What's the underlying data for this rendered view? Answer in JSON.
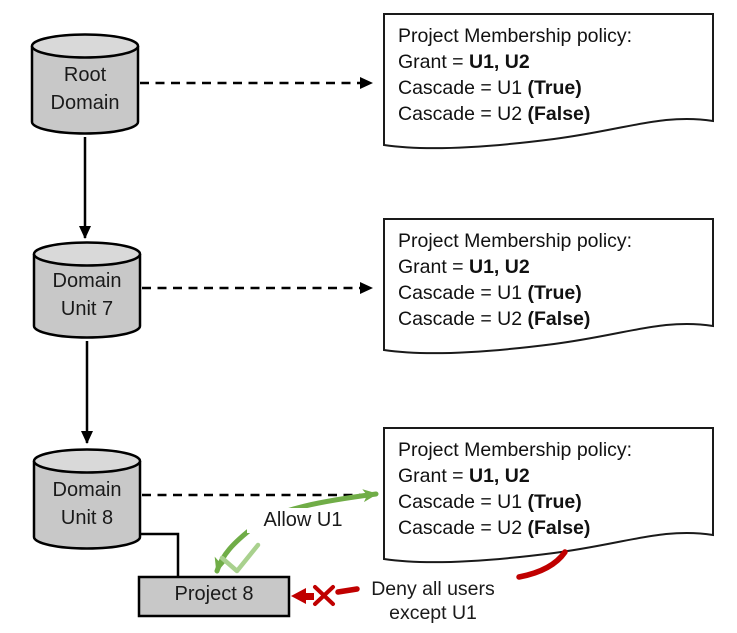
{
  "diagram": {
    "nodes": {
      "root_domain": {
        "label_line1": "Root",
        "label_line2": "Domain"
      },
      "domain_unit7": {
        "label_line1": "Domain",
        "label_line2": "Unit 7"
      },
      "domain_unit8": {
        "label_line1": "Domain",
        "label_line2": "Unit 8"
      },
      "project8": {
        "label": "Project 8"
      }
    },
    "policy_note": {
      "title": "Project Membership policy:",
      "grant_label": "Grant = ",
      "grant_users": "U1, U2",
      "cascade_u1_label": "Cascade = U1 ",
      "cascade_u1_value": "(True)",
      "cascade_u2_label": "Cascade = U2 ",
      "cascade_u2_value": "(False)"
    },
    "annotations": {
      "allow_label": "Allow U1",
      "deny_label_line1": "Deny all users",
      "deny_label_line2": "except U1"
    },
    "colors": {
      "allow_green": "#70ad47",
      "check_green": "#a9d18e",
      "deny_red": "#c00000",
      "node_fill": "#c8c8c8",
      "node_top_fill": "#d9d9d9",
      "line_black": "#000000"
    }
  }
}
